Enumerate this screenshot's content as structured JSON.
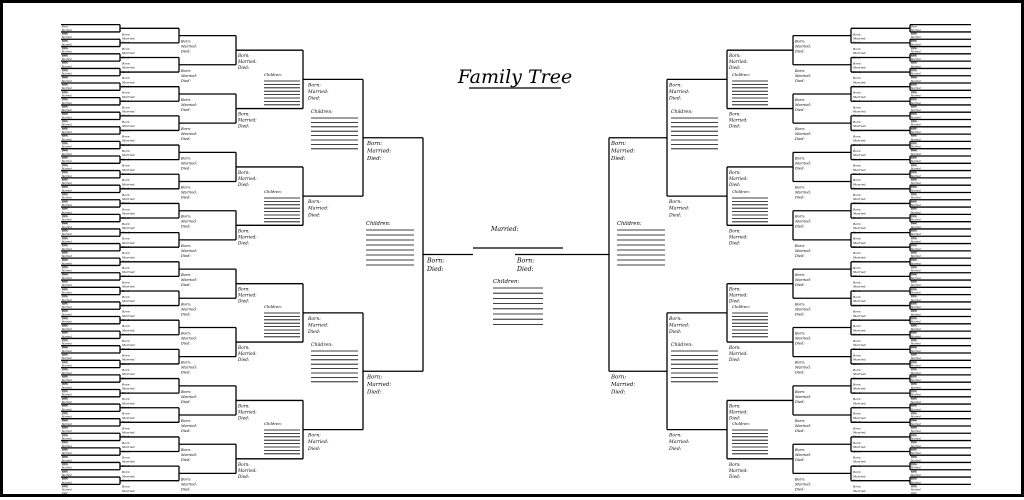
{
  "title": "Family Tree",
  "labels": {
    "born": "Born:",
    "married": "Married:",
    "died": "Died:",
    "children": "Children:"
  },
  "structure": {
    "generations_per_side": 7,
    "children_lines": 8
  }
}
